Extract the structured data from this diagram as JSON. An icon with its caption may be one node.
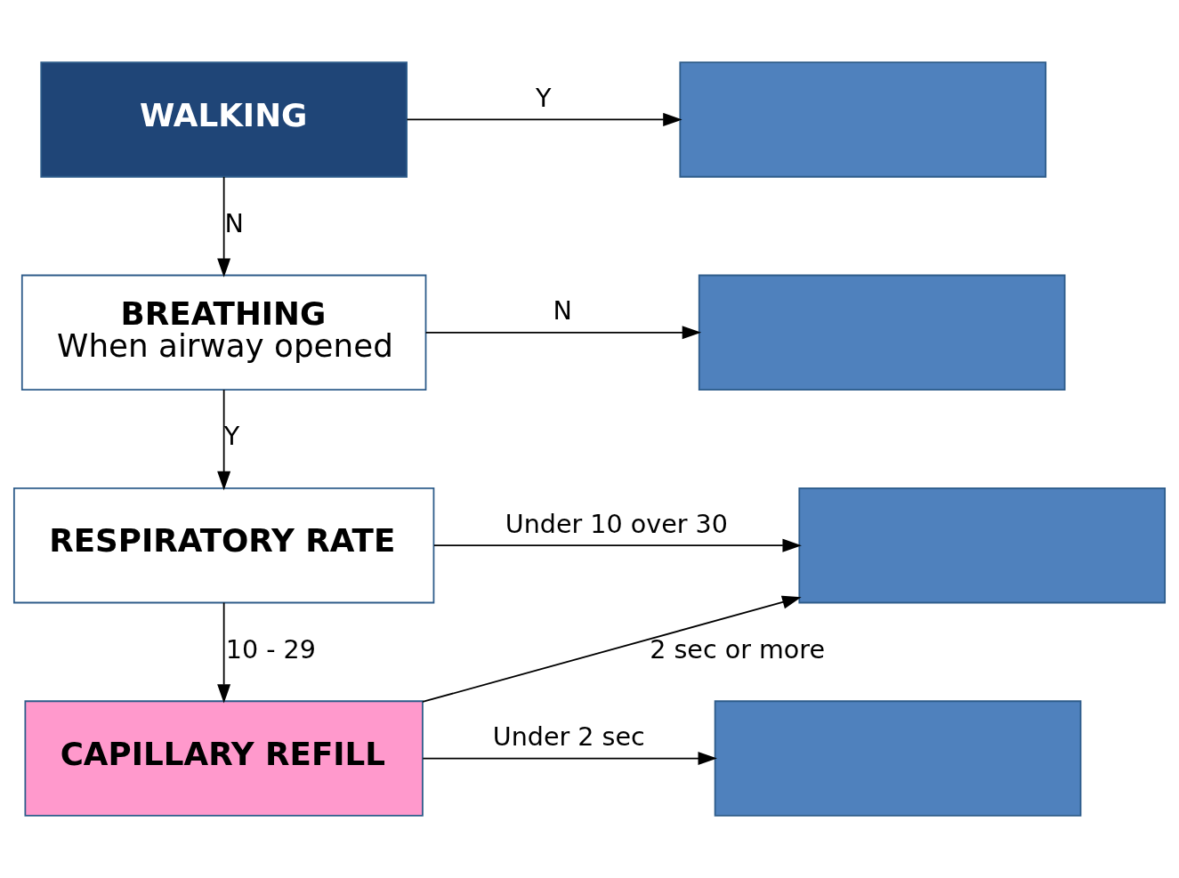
{
  "diagram": {
    "nodes": [
      {
        "text": [
          "WALKING"
        ]
      },
      {
        "text": [],
        "shape": "box"
      },
      {
        "text": [
          "BREATHING",
          "When airway opened"
        ]
      },
      {
        "text": [],
        "shape": "box"
      },
      {
        "text": [
          "RESPIRATORY RATE"
        ]
      },
      {
        "text": [],
        "shape": "box"
      },
      {
        "text": [
          "CAPILLARY REFILL"
        ]
      },
      {
        "text": [],
        "shape": "box"
      }
    ],
    "edges": [
      {
        "from": 0,
        "to": 1,
        "arrow": "to",
        "label": "Y"
      },
      {
        "from": 0,
        "to": 2,
        "arrow": "to",
        "label": "N"
      },
      {
        "from": 2,
        "to": 3,
        "arrow": "to",
        "label": "N"
      },
      {
        "from": 2,
        "to": 4,
        "arrow": "to",
        "label": "Y"
      },
      {
        "from": 4,
        "to": 5,
        "arrow": "to",
        "label": "Under 10 over 30"
      },
      {
        "from": 4,
        "to": 6,
        "arrow": "to",
        "label": "10 - 29"
      },
      {
        "from": 6,
        "to": 5,
        "arrow": "to",
        "label": "2 sec or more"
      },
      {
        "from": 6,
        "to": 7,
        "arrow": "to",
        "label": "Under 2 sec"
      }
    ]
  }
}
